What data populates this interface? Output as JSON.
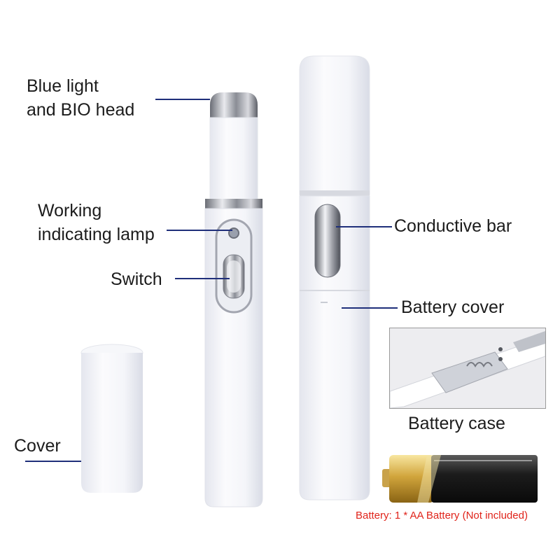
{
  "labels": {
    "blue_light_line1": "Blue light",
    "blue_light_line2": "and BIO head",
    "working_line1": "Working",
    "working_line2": "indicating lamp",
    "switch": "Switch",
    "cover": "Cover",
    "conductive_bar": "Conductive bar",
    "battery_cover": "Battery cover",
    "battery_case": "Battery case",
    "battery_note": "Battery: 1 * AA Battery (Not included)"
  },
  "colors": {
    "leader_line": "#1f2f7a",
    "note_text": "#e0241b",
    "pen_body": "#f3f4f8"
  }
}
